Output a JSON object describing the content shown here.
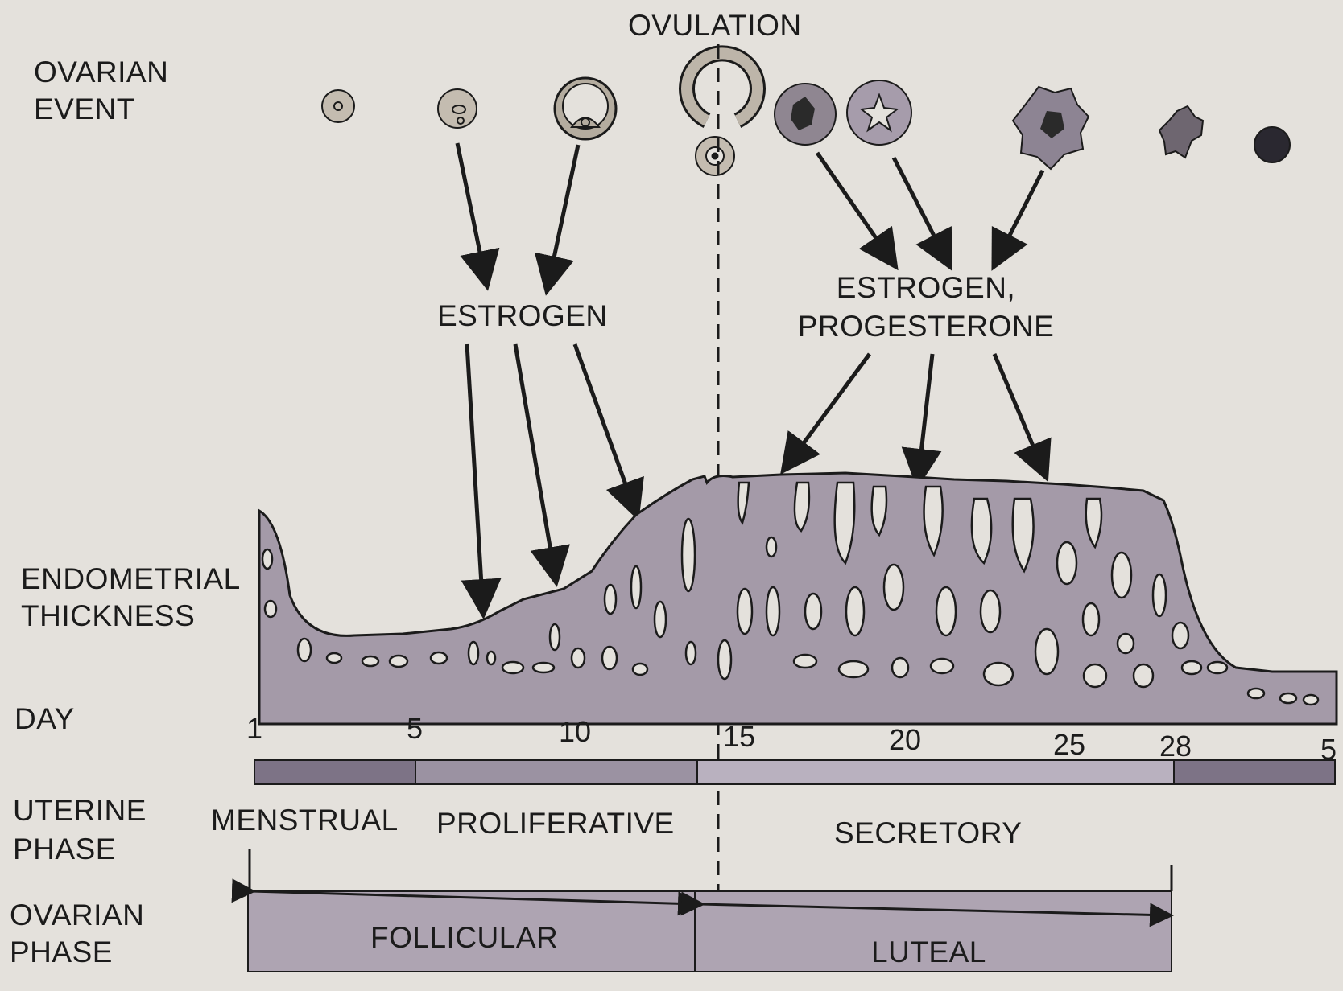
{
  "labels": {
    "ovulation": "OVULATION",
    "ovarian_event_1": "OVARIAN",
    "ovarian_event_2": "EVENT",
    "estrogen": "ESTROGEN",
    "estrogen_progesterone_1": "ESTROGEN,",
    "estrogen_progesterone_2": "PROGESTERONE",
    "endometrial_1": "ENDOMETRIAL",
    "endometrial_2": "THICKNESS",
    "day": "DAY",
    "uterine_1": "UTERINE",
    "uterine_2": "PHASE",
    "ovarian_phase_1": "OVARIAN",
    "ovarian_phase_2": "PHASE"
  },
  "days": [
    "1",
    "5",
    "10",
    "15",
    "20",
    "25",
    "28",
    "5"
  ],
  "uterine_phases": {
    "menstrual": "MENSTRUAL",
    "proliferative": "PROLIFERATIVE",
    "secretory": "SECRETORY"
  },
  "ovarian_phases": {
    "follicular": "FOLLICULAR",
    "luteal": "LUTEAL"
  },
  "colors": {
    "background": "#e4e1dc",
    "ink": "#1b1b1b",
    "tissue": "#a49aa8",
    "menstrual_bar": "#7d7386",
    "secretory_bar": "#b9b1bf",
    "phase_box": "#aea4b2"
  }
}
